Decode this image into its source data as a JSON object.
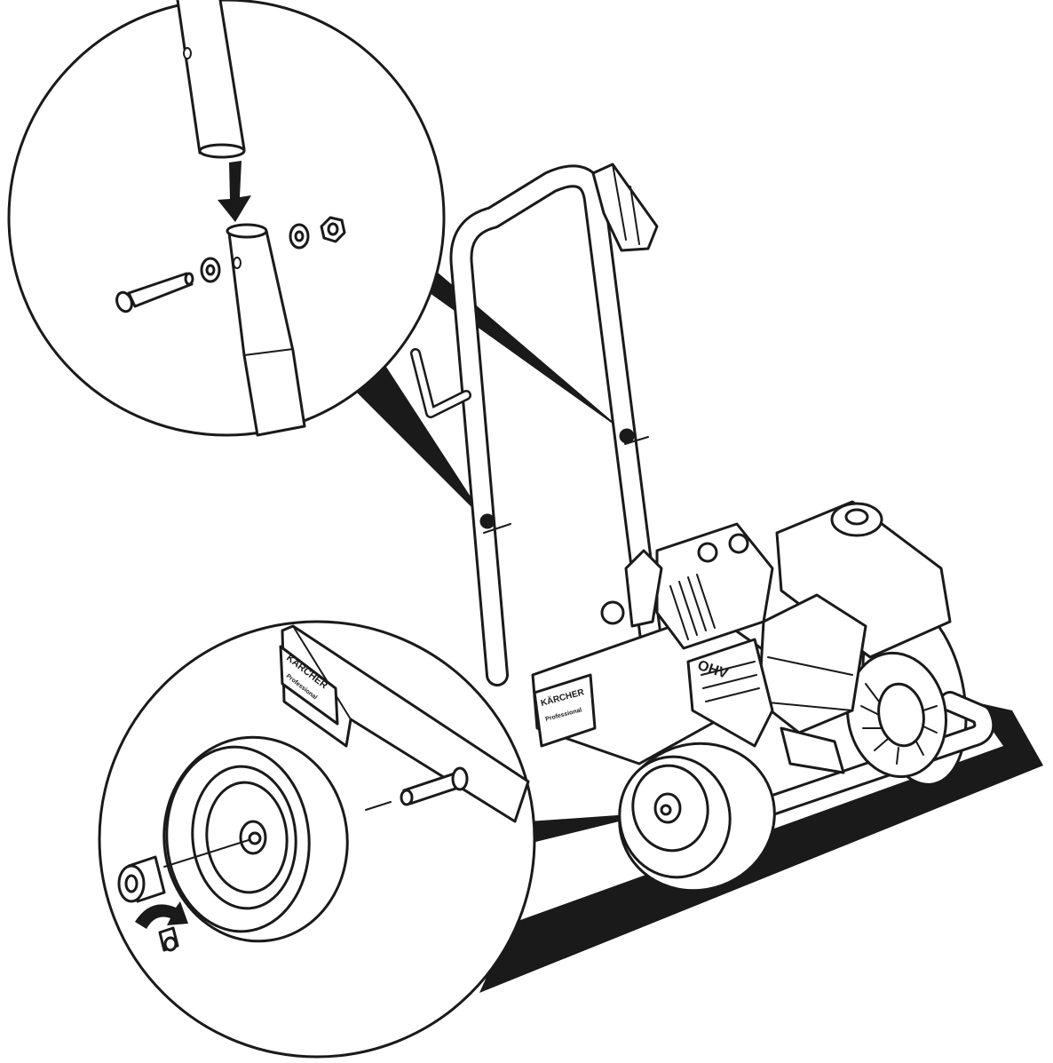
{
  "labels": {
    "brand_bracket": "KÄRCHER",
    "brand_bracket_sub": "Professional",
    "brand_frame": "KÄRCHER",
    "brand_frame_sub": "Professional",
    "engine_badge": "OHV"
  },
  "colors": {
    "line": "#1a1a1a",
    "fill": "#ffffff",
    "shadow": "#1a1a1a"
  },
  "icons": {
    "insert_arrow": "arrow-down-icon",
    "rotate_arrow": "curved-arrow-icon"
  }
}
